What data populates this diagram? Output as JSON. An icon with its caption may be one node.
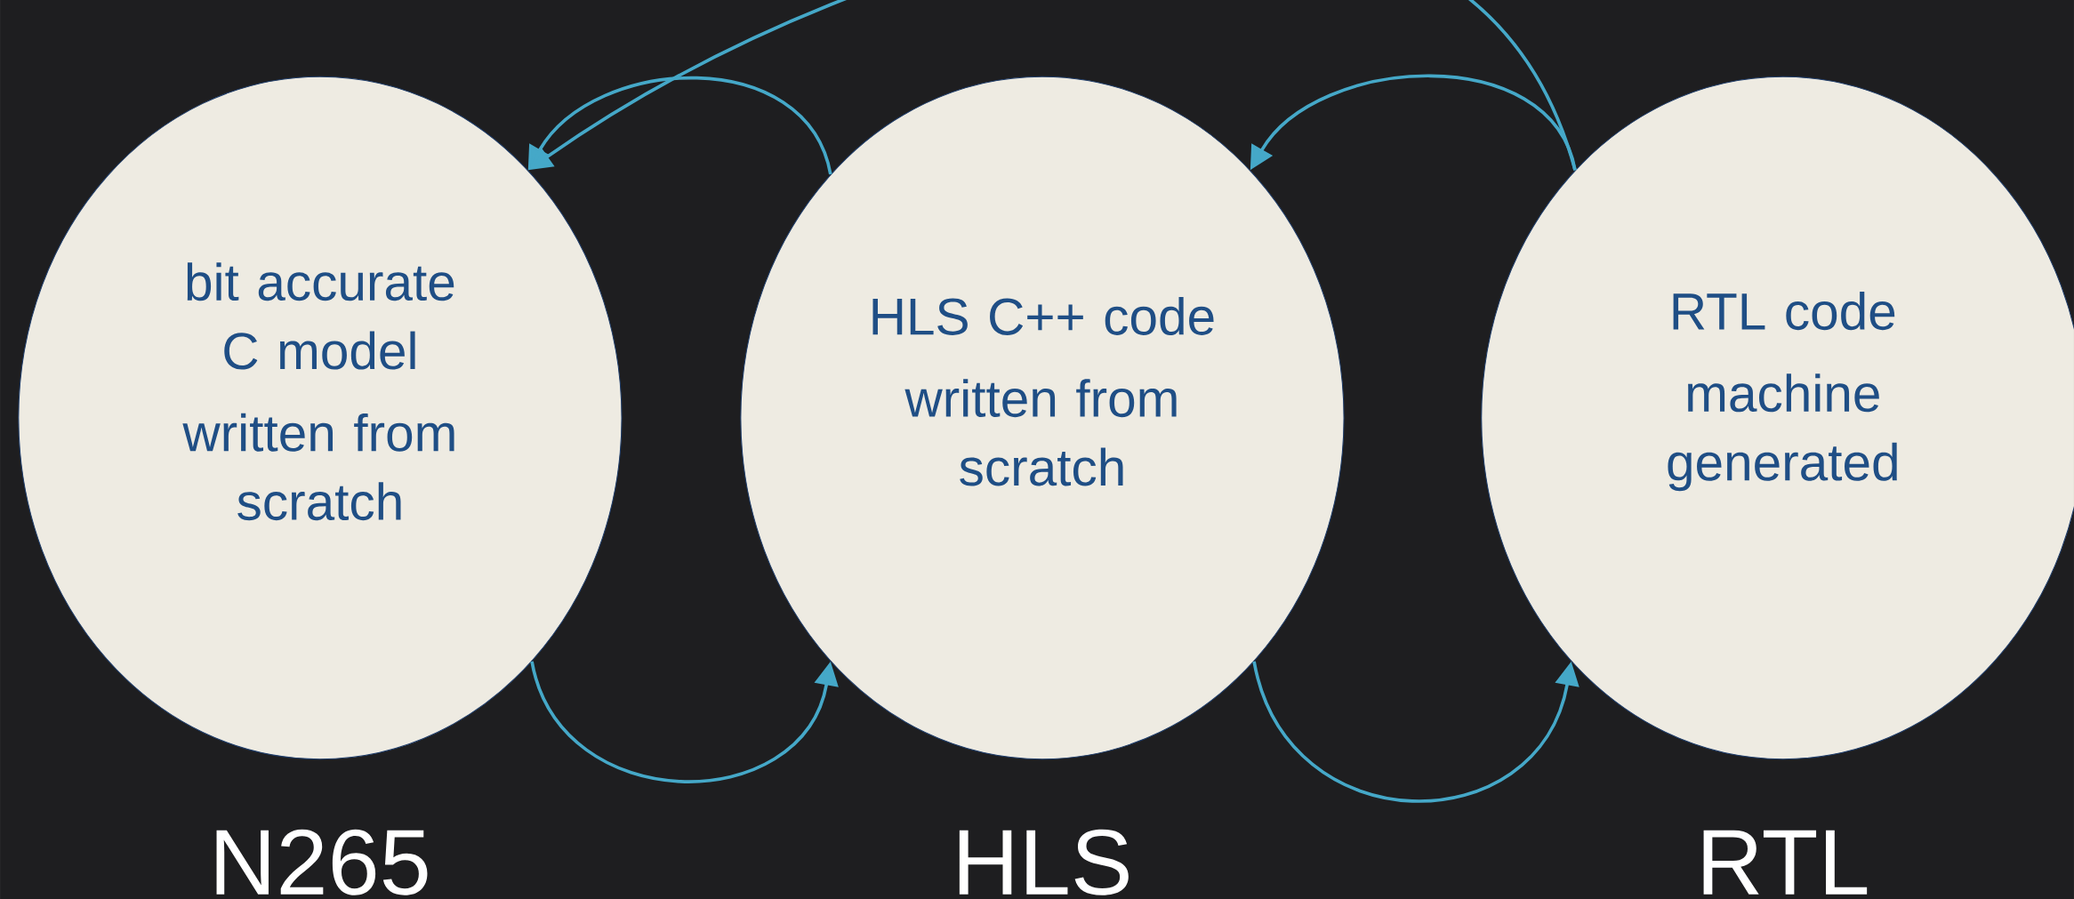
{
  "diagram": {
    "nodes": [
      {
        "text": [
          "bit accurate C model",
          "written from scratch"
        ],
        "beside": [
          "N265"
        ]
      },
      {
        "text": [
          "HLS C++ code",
          "written from scratch"
        ],
        "beside": [
          "HLS"
        ]
      },
      {
        "text": [
          "RTL code",
          "machine generated"
        ],
        "beside": [
          "RTL"
        ]
      }
    ],
    "edges": [
      {
        "from": 1,
        "to": 0,
        "arrow": "to"
      },
      {
        "from": 2,
        "to": 0,
        "arrow": "to"
      },
      {
        "from": 2,
        "to": 1,
        "arrow": "to"
      },
      {
        "from": 0,
        "to": 1,
        "arrow": "to"
      },
      {
        "from": 1,
        "to": 2,
        "arrow": "to"
      }
    ]
  }
}
